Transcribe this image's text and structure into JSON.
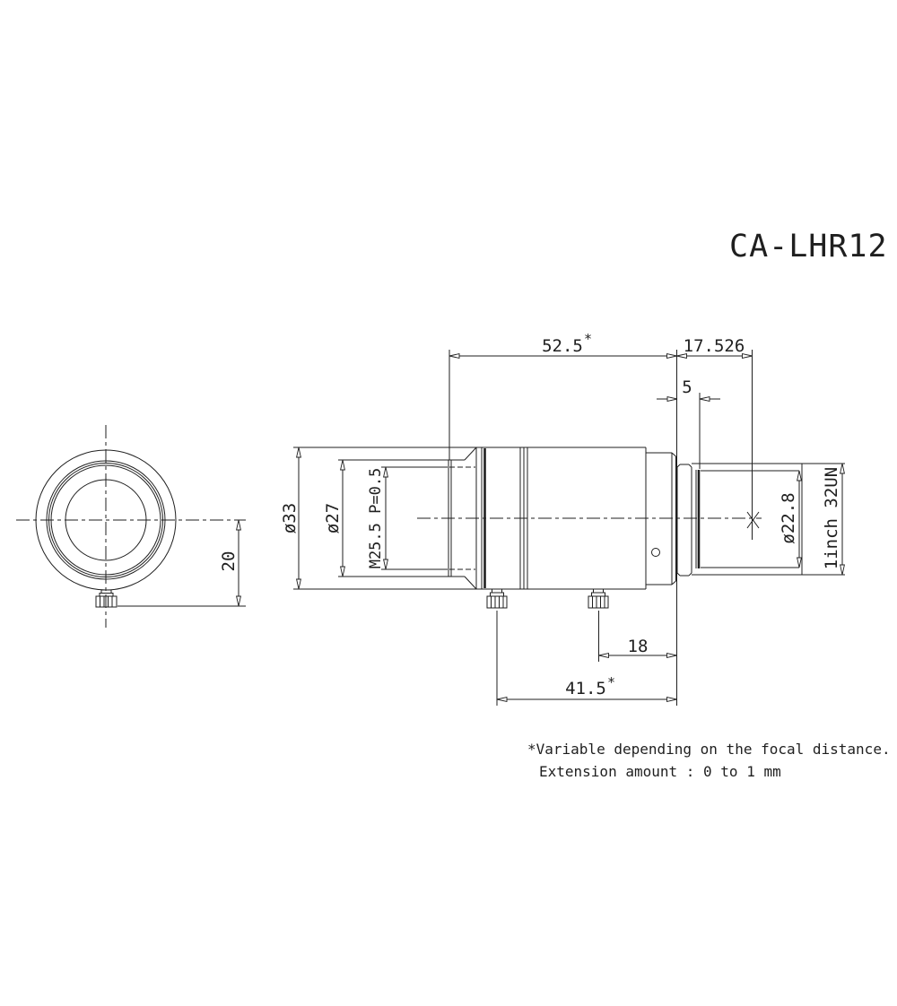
{
  "title": "CA-LHR12",
  "dimensions": {
    "front_to_mount": {
      "value": "52.5",
      "marker": "*"
    },
    "flange_back": "17.526",
    "thread_relief": "5",
    "barrel_outer_diameter": "ø33",
    "front_outer_diameter": "ø27",
    "filter_thread": "M25.5 P=0.5",
    "mount_minor_diameter": "ø22.8",
    "mount_thread": "1inch 32UN",
    "screw_to_mount": "18",
    "ring_span": {
      "value": "41.5",
      "marker": "*"
    },
    "knob_offset": "20"
  },
  "footnote": {
    "line1": "*Variable depending on the focal distance.",
    "line2": "Extension amount : 0 to 1 mm"
  }
}
